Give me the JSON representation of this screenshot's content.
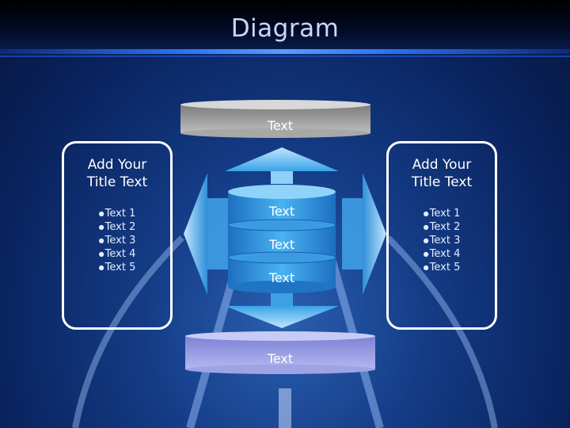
{
  "slide": {
    "title": "Diagram"
  },
  "stack": {
    "top_disc_label": "Text",
    "bottom_disc_label": "Text",
    "center_labels": [
      "Text",
      "Text",
      "Text"
    ]
  },
  "left_panel": {
    "title": "Add Your Title Text",
    "bullets": [
      "Text 1",
      "Text 2",
      "Text 3",
      "Text 4",
      "Text 5"
    ]
  },
  "right_panel": {
    "title": "Add Your Title Text",
    "bullets": [
      "Text 1",
      "Text 2",
      "Text 3",
      "Text 4",
      "Text 5"
    ]
  },
  "colors": {
    "background": "#143c86",
    "panel_border": "#ffffff",
    "arrow": "#59b8ef",
    "top_disc": "#9a9a9a",
    "bottom_disc": "#9a9ee6"
  }
}
